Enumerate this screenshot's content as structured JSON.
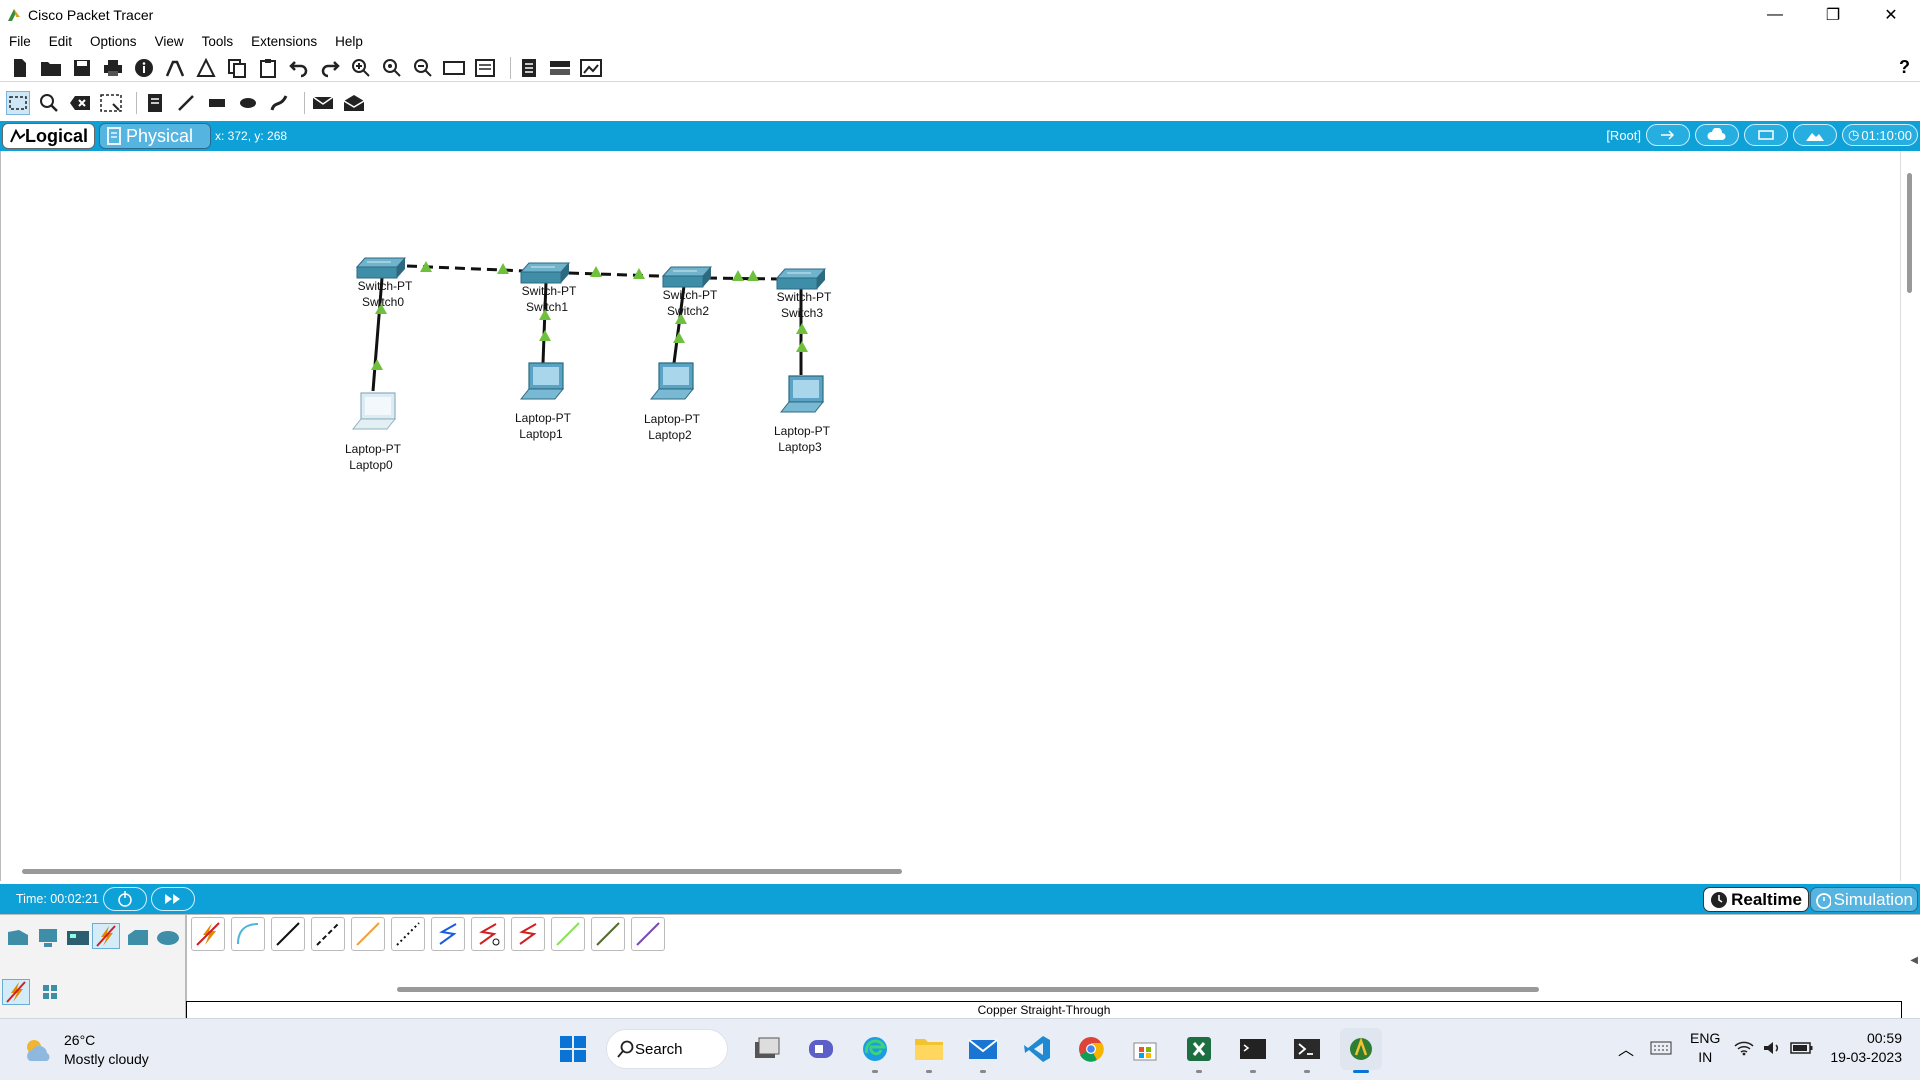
{
  "window": {
    "title": "Cisco Packet Tracer",
    "minimize": "—",
    "restore": "❐",
    "close": "✕"
  },
  "menu": [
    "File",
    "Edit",
    "Options",
    "View",
    "Tools",
    "Extensions",
    "Help"
  ],
  "toolbar": {
    "help": "?"
  },
  "workspace": {
    "logical_tab": "Logical",
    "physical_tab": "Physical",
    "coords": "x: 372, y: 268",
    "root_label": "[Root]",
    "clock": "01:10:00"
  },
  "topology": {
    "switches": [
      {
        "model": "Switch-PT",
        "name": "Switch0"
      },
      {
        "model": "Switch-PT",
        "name": "Switch1"
      },
      {
        "model": "Switch-PT",
        "name": "Switch2"
      },
      {
        "model": "Switch-PT",
        "name": "Switch3"
      }
    ],
    "laptops": [
      {
        "model": "Laptop-PT",
        "name": "Laptop0"
      },
      {
        "model": "Laptop-PT",
        "name": "Laptop1"
      },
      {
        "model": "Laptop-PT",
        "name": "Laptop2"
      },
      {
        "model": "Laptop-PT",
        "name": "Laptop3"
      }
    ],
    "link_status_color": "#6fc13d"
  },
  "timebar": {
    "time": "Time: 00:02:21",
    "realtime": "Realtime",
    "simulation": "Simulation"
  },
  "device_panel": {
    "selected_caption": "Copper Straight-Through"
  },
  "taskbar": {
    "weather_temp": "26°C",
    "weather_desc": "Mostly cloudy",
    "search": "Search",
    "lang1": "ENG",
    "lang2": "IN",
    "time": "00:59",
    "date": "19-03-2023"
  },
  "colors": {
    "accent": "#0ea1d8",
    "switch": "#3e8ea8",
    "laptop": "#5ba3c4"
  }
}
